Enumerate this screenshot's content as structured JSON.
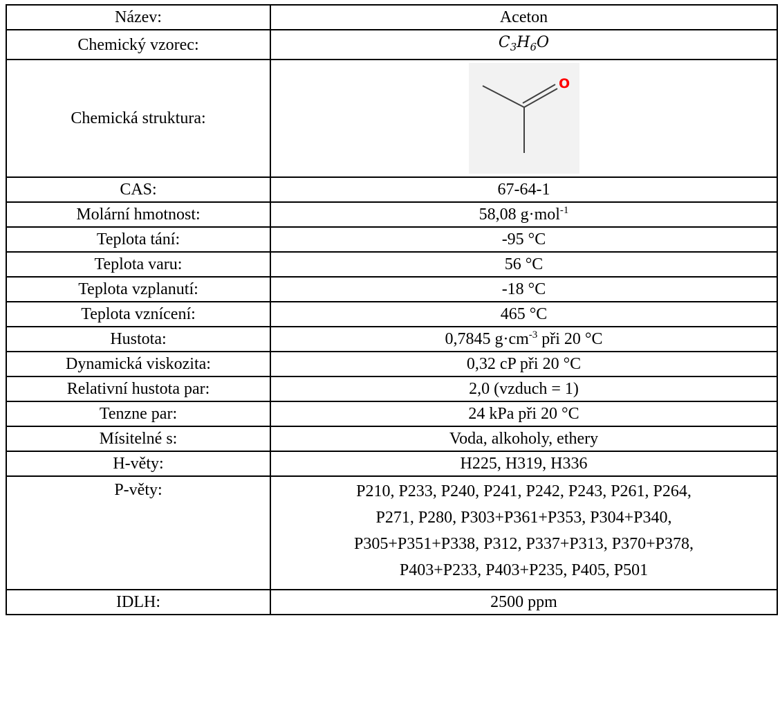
{
  "rows": [
    {
      "label": "Název:",
      "value": "Aceton"
    },
    {
      "label": "Chemický vzorec:",
      "formula": {
        "c": "C",
        "c_n": "3",
        "h": "H",
        "h_n": "6",
        "o": "O"
      }
    },
    {
      "label": "Chemická struktura:",
      "structure": {
        "atom": "O",
        "atom_color": "#ff0000"
      }
    },
    {
      "label": "CAS:",
      "value": "67-64-1"
    },
    {
      "label": "Molární hmotnost:",
      "value": "58,08 g·mol",
      "sup": "-1"
    },
    {
      "label": "Teplota tání:",
      "value": "-95 °C"
    },
    {
      "label": "Teplota varu:",
      "value": "56 °C"
    },
    {
      "label": "Teplota vzplanutí:",
      "value": "-18 °C"
    },
    {
      "label": "Teplota vznícení:",
      "value": "465 °C"
    },
    {
      "label": "Hustota:",
      "value_pre": "0,7845 g·cm",
      "sup": "-3",
      "value_post": " při 20 °C"
    },
    {
      "label": "Dynamická viskozita:",
      "value": "0,32 cP při 20 °C"
    },
    {
      "label": "Relativní hustota par:",
      "value": "2,0 (vzduch = 1)"
    },
    {
      "label": "Tenzne par:",
      "value": "24 kPa při 20 °C"
    },
    {
      "label": "Mísitelné s:",
      "value": "Voda, alkoholy, ethery"
    },
    {
      "label": "H-věty:",
      "value": "H225, H319, H336"
    },
    {
      "label": "P-věty:",
      "lines": [
        "P210, P233, P240, P241, P242, P243, P261, P264,",
        "P271, P280, P303+P361+P353, P304+P340,",
        "P305+P351+P338, P312, P337+P313, P370+P378,",
        "P403+P233, P403+P235, P405, P501"
      ]
    },
    {
      "label": "IDLH:",
      "value": "2500 ppm"
    }
  ]
}
